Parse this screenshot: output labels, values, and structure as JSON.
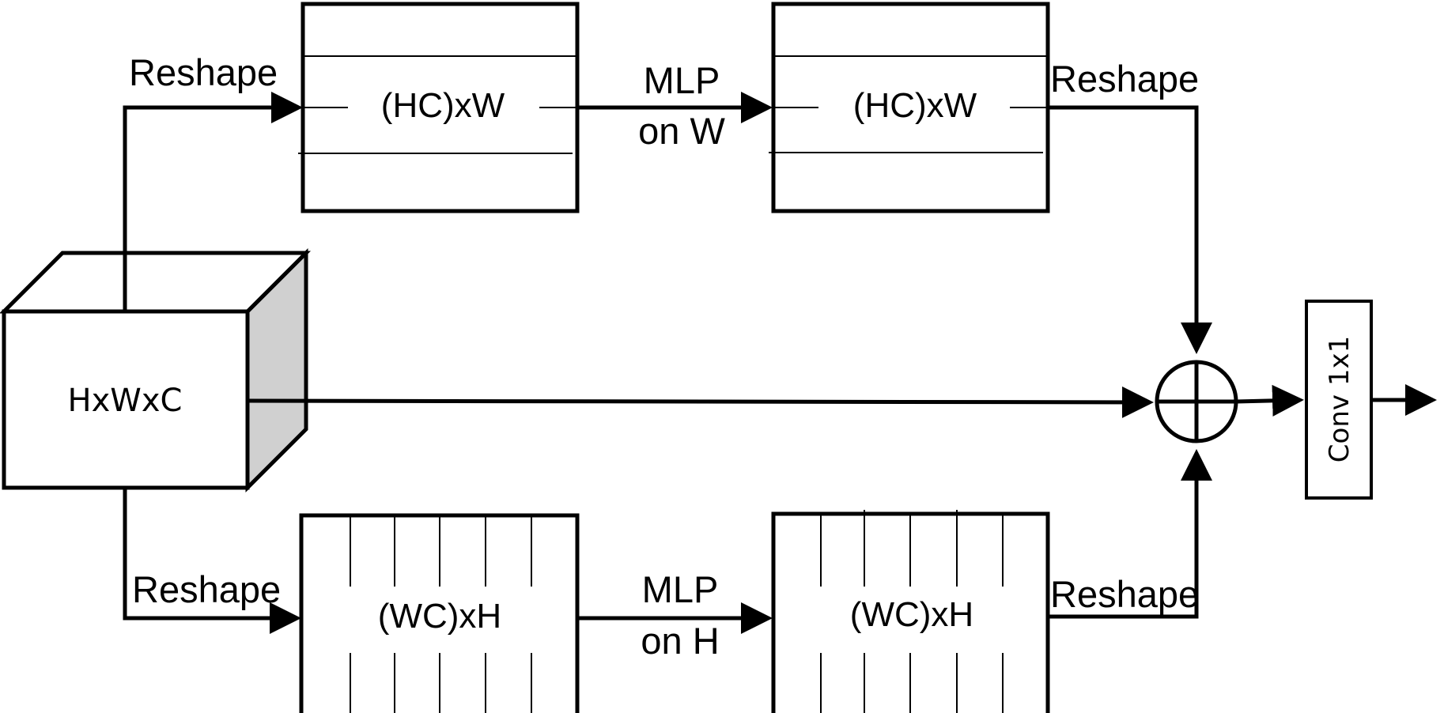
{
  "cube": {
    "label": "HxWxC"
  },
  "top_branch": {
    "reshape_in": "Reshape",
    "box_in_label": "(HC)xW",
    "mlp_line1": "MLP",
    "mlp_line2": "on W",
    "box_out_label": "(HC)xW",
    "reshape_out": "Reshape"
  },
  "bottom_branch": {
    "reshape_in": "Reshape",
    "box_in_label": "(WC)xH",
    "mlp_line1": "MLP",
    "mlp_line2": "on H",
    "box_out_label": "(WC)xH",
    "reshape_out": "Reshape"
  },
  "sum_node": {
    "symbol": "sum"
  },
  "conv": {
    "label": "Conv 1x1"
  }
}
